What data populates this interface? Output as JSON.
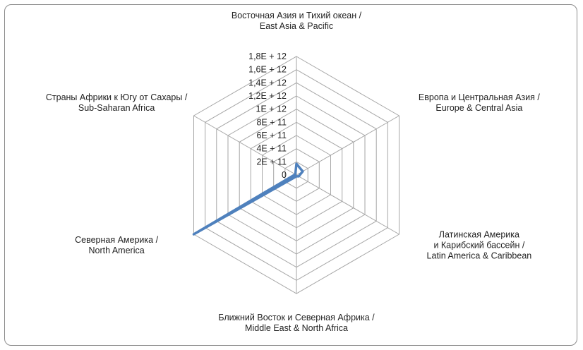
{
  "chart_data": {
    "type": "radar",
    "categories": [
      [
        "Восточная Азия и Тихий океан /",
        "East Asia & Pacific"
      ],
      [
        "Европа и Центральная Азия /",
        "Europe & Central Asia"
      ],
      [
        "Латинская Америка",
        "и Карибский бассейн /",
        "Latin America & Caribbean"
      ],
      [
        "Ближний Восток и Северная Африка /",
        "Middle East & North Africa"
      ],
      [
        "Северная Америка /",
        "North America"
      ],
      [
        "Страны Африки к Югу от Сахары /",
        "Sub-Saharan Africa"
      ]
    ],
    "series": [
      {
        "values": [
          170000000000,
          110000000000,
          40000000000,
          20000000000,
          1800000000000,
          20000000000
        ],
        "color": "#4f81bd"
      }
    ],
    "rlim": [
      0,
      1800000000000
    ],
    "tick_values": [
      0,
      200000000000,
      400000000000,
      600000000000,
      800000000000,
      1000000000000,
      1200000000000,
      1400000000000,
      1600000000000,
      1800000000000
    ],
    "tick_labels": [
      "0",
      "2E + 11",
      "4E + 11",
      "6E + 11",
      "8E + 11",
      "1E + 12",
      "1,2E + 12",
      "1,4E + 12",
      "1,6E + 12",
      "1,8E + 12"
    ],
    "grid": true,
    "legend": "none"
  }
}
